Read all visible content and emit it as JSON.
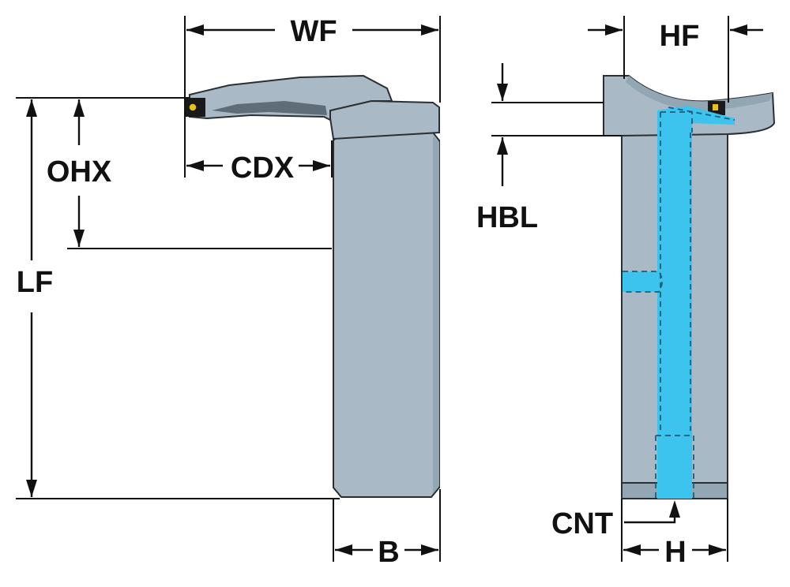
{
  "colors": {
    "body": "#a9bac6",
    "body_shade": "#93a6b3",
    "coolant": "#3cc3ee",
    "insert": "#1a1a1a",
    "screw": "#e8c21a",
    "line": "#111111"
  },
  "dimensions": {
    "wf": "WF",
    "cdx": "CDX",
    "ohx": "OHX",
    "lf": "LF",
    "b": "B",
    "hf": "HF",
    "hbl": "HBL",
    "cnt": "CNT",
    "h": "H"
  },
  "views": {
    "side": {
      "parts": [
        "shank",
        "blade",
        "insert",
        "insert-screw"
      ]
    },
    "front": {
      "parts": [
        "shank",
        "head",
        "coolant-channel",
        "side-port",
        "insert"
      ]
    }
  }
}
